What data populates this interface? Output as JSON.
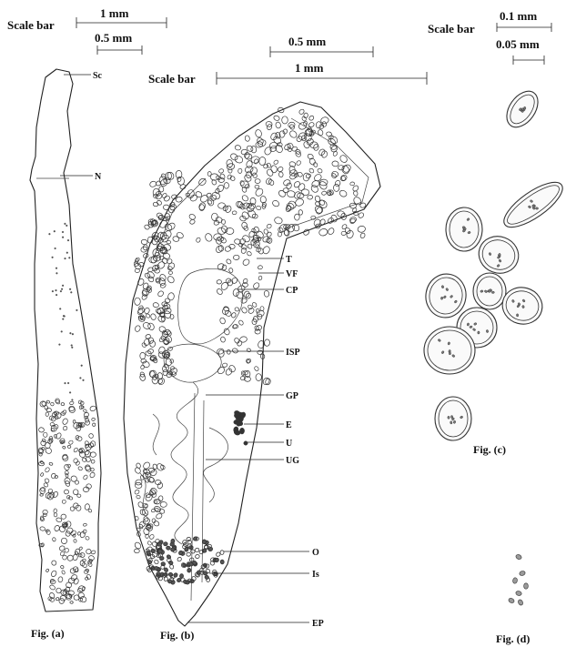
{
  "scale_bars": {
    "a_label": "Scale bar",
    "a_major": "1 mm",
    "a_minor": "0.5 mm",
    "b_label": "Scale bar",
    "b_major": "1 mm",
    "b_minor": "0.5 mm",
    "c_label": "Scale bar",
    "c_major": "0.1 mm",
    "c_minor": "0.05 mm"
  },
  "figure_a": {
    "caption": "Fig. (a)",
    "labels": {
      "sc": "Sc",
      "n": "N"
    }
  },
  "figure_b": {
    "caption": "Fig. (b)",
    "labels": {
      "t": "T",
      "vf": "VF",
      "cp": "CP",
      "isp": "ISP",
      "gp": "GP",
      "e": "E",
      "u": "U",
      "ug": "UG",
      "o": "O",
      "is": "Is",
      "ep": "EP"
    }
  },
  "figure_c": {
    "caption": "Fig. (c)"
  },
  "figure_d": {
    "caption": "Fig. (d)"
  }
}
